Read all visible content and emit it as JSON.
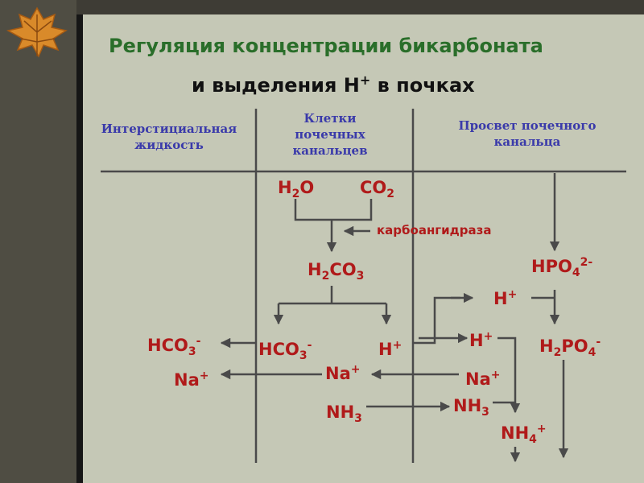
{
  "title": {
    "line1": "Регуляция концентрации бикарбоната",
    "line2": "и выделения H+ в почках",
    "line1_color": "#2a6e2a",
    "line2_color": "#111111"
  },
  "columns": {
    "interstitial": "Интерстициальная жидкость",
    "cells": "Клетки почечных канальцев",
    "lumen": "Просвет почечного канальца"
  },
  "labels": {
    "h2o": "H2O",
    "co2": "CO2",
    "enzyme": "карбоангидраза",
    "h2co3": "H2CO3",
    "hpo4": "HPO4 2-",
    "h_lumen_top": "H+",
    "h_lumen_mid": "H+",
    "hco3_interstitial": "HCO3-",
    "hco3_cell": "HCO3-",
    "h_cell": "H+",
    "h2po4": "H2PO4-",
    "na_interstitial": "Na+",
    "na_cell": "Na+",
    "na_lumen": "Na+",
    "nh3_cell": "NH3",
    "nh3_lumen": "NH3",
    "nh4": "NH4+"
  },
  "colors": {
    "text_red": "#b01a1a",
    "head_blue": "#3a3aaa",
    "line": "#4a4a4a",
    "slide_bg": "#c5c8b6"
  }
}
